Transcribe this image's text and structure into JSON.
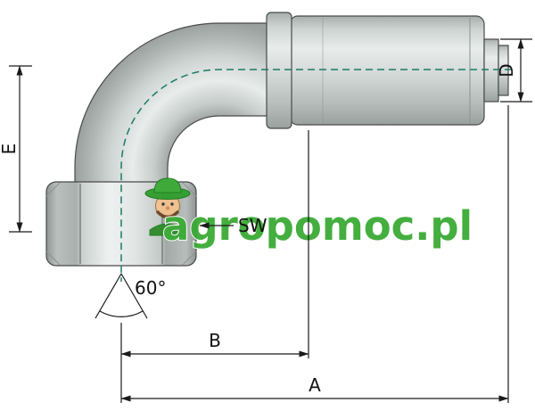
{
  "diagram": {
    "labels": {
      "e": "E",
      "d": "D",
      "sw": "SW",
      "angle": "60°",
      "b": "B",
      "a": "A"
    },
    "colors": {
      "centerline": "#1d7a67",
      "dimension_lines": "#1a1a1a",
      "metal_light": "#e8ecea",
      "metal_dark": "#99a19f",
      "outline": "#4a4a4a",
      "background": "#ffffff"
    }
  },
  "watermark": {
    "text": "agropomoc.pl",
    "color": "#3aaa35",
    "logo_icon": "farmer-mascot-icon"
  }
}
